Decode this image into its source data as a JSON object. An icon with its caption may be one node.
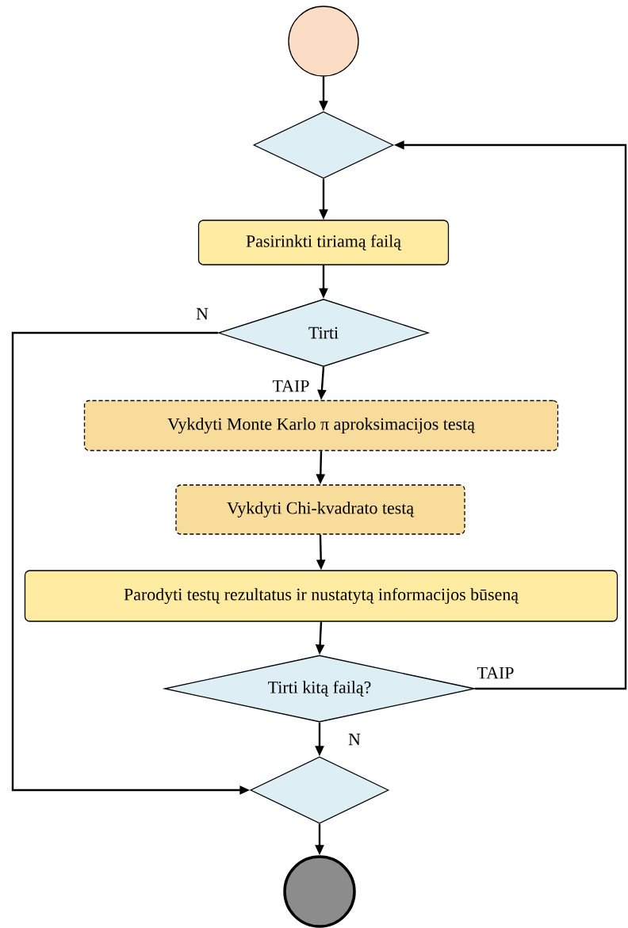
{
  "diagram": {
    "nodes": [
      {
        "text": [],
        "shape": "circle"
      },
      {
        "text": [],
        "shape": "diamond"
      },
      {
        "text": [
          "Pasirinkti tiriamą failą"
        ]
      },
      {
        "text": [
          "Tirti"
        ]
      },
      {
        "text": [
          "Vykdyti Monte Karlo π aproksimacijos testą"
        ]
      },
      {
        "text": [
          "Vykdyti Chi-kvadrato testą"
        ]
      },
      {
        "text": [
          "Parodyti testų rezultatus ir nustatytą informacijos būseną"
        ]
      },
      {
        "text": [
          "Tirti kitą failą?"
        ]
      },
      {
        "text": [],
        "shape": "diamond"
      },
      {
        "text": [],
        "shape": "circle"
      }
    ],
    "edges": [
      {
        "from": 0,
        "to": 1,
        "arrow": "to"
      },
      {
        "from": 1,
        "to": 2,
        "arrow": "to"
      },
      {
        "from": 2,
        "to": 3,
        "arrow": "to"
      },
      {
        "from": 3,
        "to": 4,
        "arrow": "to",
        "label": "TAIP"
      },
      {
        "from": 4,
        "to": 5,
        "arrow": "to"
      },
      {
        "from": 5,
        "to": 6,
        "arrow": "to"
      },
      {
        "from": 6,
        "to": 7,
        "arrow": "to"
      },
      {
        "from": 7,
        "to": 1,
        "arrow": "to",
        "label": "TAIP"
      },
      {
        "from": 7,
        "to": 8,
        "arrow": "to",
        "label": "N"
      },
      {
        "from": 3,
        "to": 8,
        "arrow": "to",
        "label": "N"
      },
      {
        "from": 8,
        "to": 9,
        "arrow": "to"
      }
    ]
  }
}
